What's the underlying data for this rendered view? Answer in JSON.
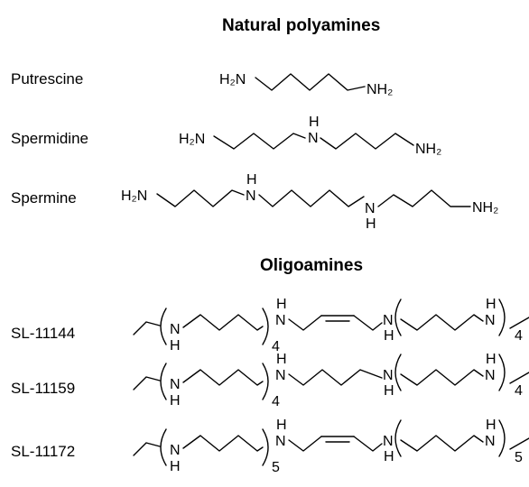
{
  "sections": {
    "natural_title": "Natural polyamines",
    "oligo_title": "Oligoamines"
  },
  "compounds": [
    {
      "name": "Putrescine"
    },
    {
      "name": "Spermidine"
    },
    {
      "name": "Spermine"
    },
    {
      "name": "SL-11144",
      "repeat": "4"
    },
    {
      "name": "SL-11159",
      "repeat": "4"
    },
    {
      "name": "SL-11172",
      "repeat": "5"
    }
  ],
  "atoms": {
    "nh2_left": "H₂N",
    "nh2_right": "NH₂",
    "N": "N",
    "H": "H"
  }
}
